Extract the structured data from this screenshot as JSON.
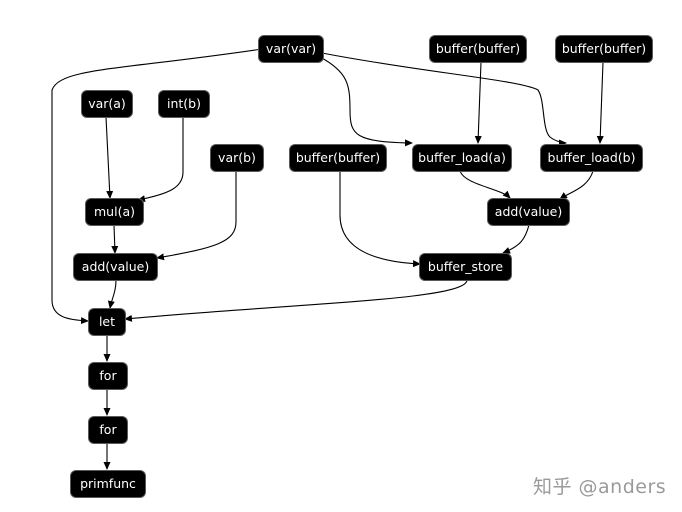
{
  "nodes": {
    "var_var": "var(var)",
    "buffer_top_1": "buffer(buffer)",
    "buffer_top_2": "buffer(buffer)",
    "var_a": "var(a)",
    "int_b": "int(b)",
    "var_b": "var(b)",
    "buffer_mid": "buffer(buffer)",
    "buffer_load_a": "buffer_load(a)",
    "buffer_load_b": "buffer_load(b)",
    "mul_a": "mul(a)",
    "add_value_right": "add(value)",
    "add_value_left": "add(value)",
    "buffer_store": "buffer_store",
    "let": "let",
    "for_1": "for",
    "for_2": "for",
    "primfunc": "primfunc"
  },
  "watermark": "知乎 @anders"
}
